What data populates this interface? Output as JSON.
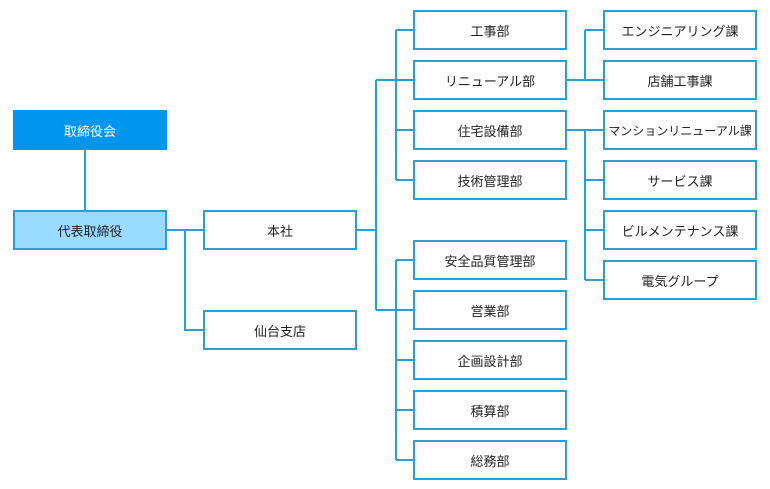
{
  "nodes": {
    "board": "取締役会",
    "ceo": "代表取締役",
    "honsha": "本社",
    "sendai": "仙台支店",
    "koji": "工事部",
    "renewal": "リニューアル部",
    "jutaku": "住宅設備部",
    "gijutsu": "技術管理部",
    "anzen": "安全品質管理部",
    "eigyo": "営業部",
    "kikaku": "企画設計部",
    "sekisan": "積算部",
    "somu": "総務部",
    "engineering": "エンジニアリング課",
    "tenpo": "店舗工事課",
    "mansion": "マンションリニューアル課",
    "service": "サービス課",
    "building": "ビルメンテナンス課",
    "denki": "電気グループ"
  },
  "colors": {
    "line": "#2a9fd6",
    "board_fill": "#0096f0",
    "ceo_fill": "#9adcff"
  }
}
